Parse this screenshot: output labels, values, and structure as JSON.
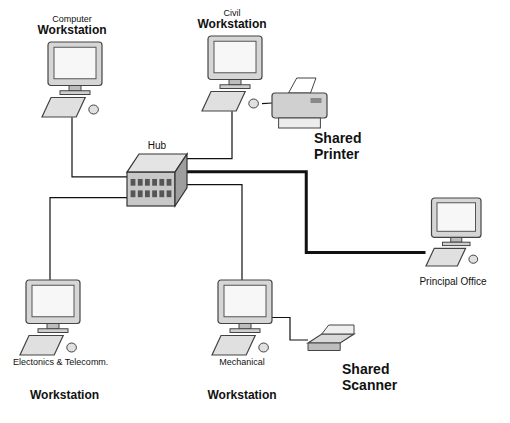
{
  "diagram": {
    "nodes": [
      {
        "text": [
          "Computer",
          "Workstation"
        ]
      },
      {
        "text": [
          "Civil",
          "Workstation"
        ]
      },
      {
        "text": [
          "Shared Printer"
        ]
      },
      {
        "text": [
          "Hub"
        ]
      },
      {
        "text": [
          "Principal Office"
        ]
      },
      {
        "text": [
          "Electonics & Telecomm.",
          "Workstation"
        ]
      },
      {
        "text": [
          "Mechanical",
          "Workstation"
        ]
      },
      {
        "text": [
          "Shared Scanner"
        ]
      }
    ],
    "edges": [
      {
        "from": 0,
        "to": 3,
        "arrow": "none"
      },
      {
        "from": 1,
        "to": 3,
        "arrow": "none"
      },
      {
        "from": 1,
        "to": 2,
        "arrow": "none"
      },
      {
        "from": 3,
        "to": 4,
        "arrow": "none"
      },
      {
        "from": 5,
        "to": 3,
        "arrow": "none"
      },
      {
        "from": 6,
        "to": 3,
        "arrow": "none"
      },
      {
        "from": 6,
        "to": 7,
        "arrow": "none"
      }
    ]
  }
}
